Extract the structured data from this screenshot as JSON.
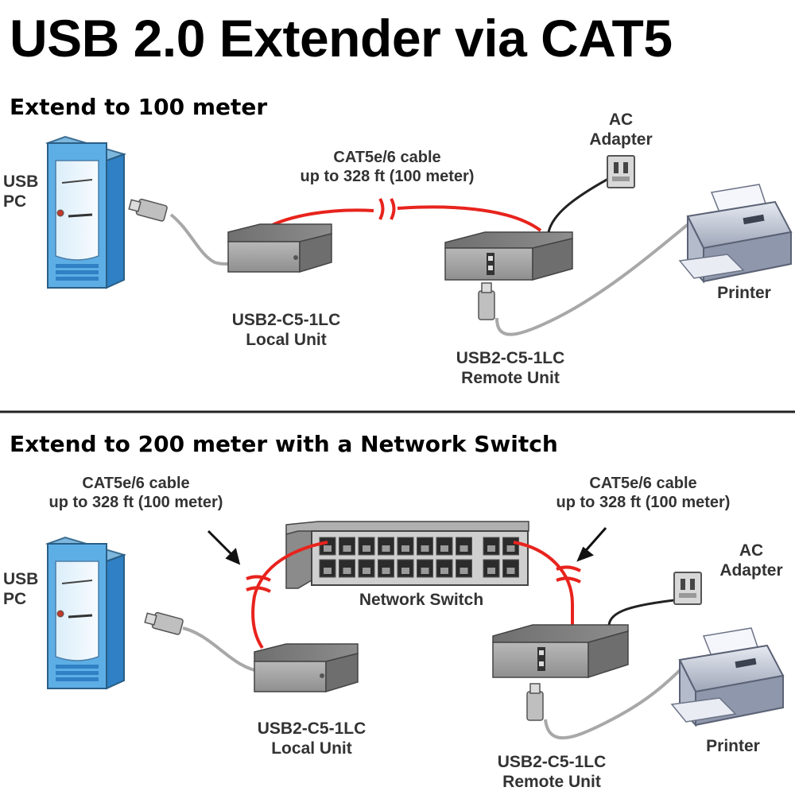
{
  "title": "USB 2.0 Extender via CAT5",
  "section_100": {
    "heading": "Extend to 100 meter",
    "pc_label": [
      "USB",
      "PC"
    ],
    "cable_label": [
      "CAT5e/6 cable",
      "up to 328 ft (100 meter)"
    ],
    "ac_adapter_label": [
      "AC",
      "Adapter"
    ],
    "printer_label": "Printer",
    "local_unit_label": [
      "USB2-C5-1LC",
      "Local Unit"
    ],
    "remote_unit_label": [
      "USB2-C5-1LC",
      "Remote Unit"
    ]
  },
  "section_200": {
    "heading": "Extend to 200 meter with a Network Switch",
    "pc_label": [
      "USB",
      "PC"
    ],
    "cable_left_label": [
      "CAT5e/6 cable",
      "up to 328 ft (100 meter)"
    ],
    "cable_right_label": [
      "CAT5e/6 cable",
      "up to 328 ft (100 meter)"
    ],
    "switch_label": "Network Switch",
    "ac_adapter_label": [
      "AC",
      "Adapter"
    ],
    "printer_label": "Printer",
    "local_unit_label": [
      "USB2-C5-1LC",
      "Local Unit"
    ],
    "remote_unit_label": [
      "USB2-C5-1LC",
      "Remote Unit"
    ]
  },
  "colors": {
    "cat5_cable": "#e8231d",
    "usb_cable": "#a8a8a8",
    "pc_blue": "#4aa3df",
    "unit_gray": "#8a8a8a"
  }
}
